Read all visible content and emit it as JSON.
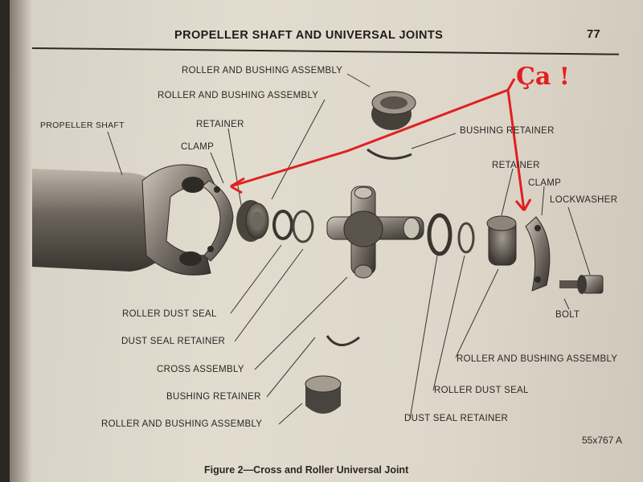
{
  "header": {
    "title": "PROPELLER SHAFT AND UNIVERSAL JOINTS",
    "page_number": "77"
  },
  "labels": {
    "roller_bushing_top1": "ROLLER AND BUSHING ASSEMBLY",
    "roller_bushing_top2": "ROLLER AND BUSHING ASSEMBLY",
    "propeller_shaft": "PROPELLER SHAFT",
    "retainer_left": "RETAINER",
    "clamp_left": "CLAMP",
    "bushing_retainer_top": "BUSHING RETAINER",
    "retainer_right": "RETAINER",
    "clamp_right": "CLAMP",
    "lockwasher": "LOCKWASHER",
    "bolt": "BOLT",
    "roller_dust_seal_left": "ROLLER DUST SEAL",
    "dust_seal_retainer_left": "DUST SEAL RETAINER",
    "cross_assembly": "CROSS ASSEMBLY",
    "bushing_retainer_bottom": "BUSHING RETAINER",
    "roller_bushing_bottom": "ROLLER AND BUSHING ASSEMBLY",
    "roller_bushing_right": "ROLLER AND BUSHING ASSEMBLY",
    "roller_dust_seal_right": "ROLLER DUST SEAL",
    "dust_seal_retainer_right": "DUST SEAL RETAINER"
  },
  "figure_number": "55x767 A",
  "caption": "Figure 2—Cross and Roller Universal Joint",
  "annotation": {
    "text": "Ça !",
    "color": "#e02020"
  }
}
